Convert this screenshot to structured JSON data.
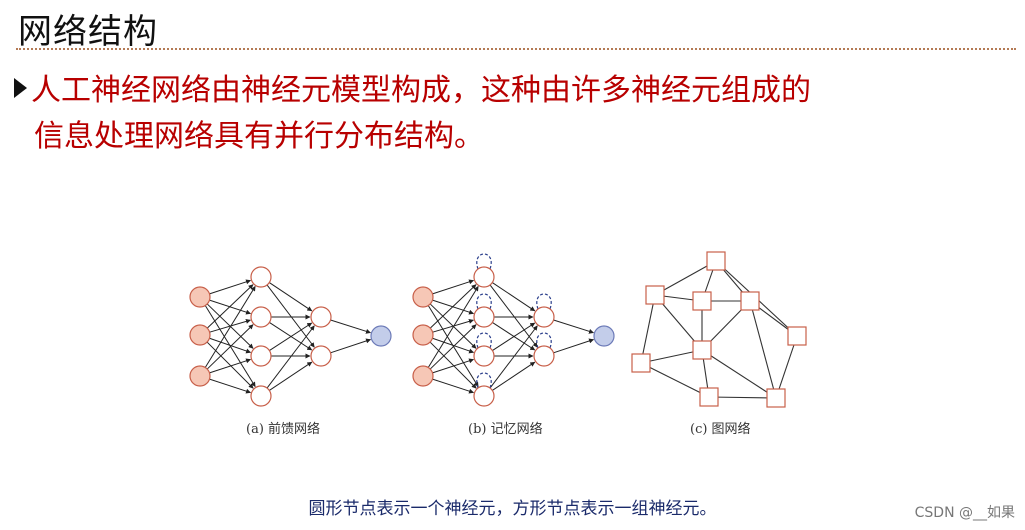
{
  "slide": {
    "title": "网络结构",
    "bullet_line1": "人工神经网络由神经元模型构成，这种由许多神经元组成的",
    "bullet_line2": "信息处理网络具有并行分布结构。",
    "caption": "圆形节点表示一个神经元，方形节点表示一组神经元。",
    "watermark": "CSDN @__如果"
  },
  "figures": [
    {
      "id": "feedforward",
      "label": "(a) 前馈网络"
    },
    {
      "id": "memory",
      "label": "(b) 记忆网络"
    },
    {
      "id": "graph",
      "label": "(c) 图网络"
    }
  ],
  "colors": {
    "title": "#111111",
    "bullet_text": "#b80000",
    "divider": "#b47a55",
    "input_fill": "#f6c7b6",
    "node_stroke": "#c8604a",
    "output_fill": "#c3cdea",
    "output_stroke": "#6d7bb8",
    "loop": "#2b3f8c",
    "caption": "#1a2a6a"
  }
}
